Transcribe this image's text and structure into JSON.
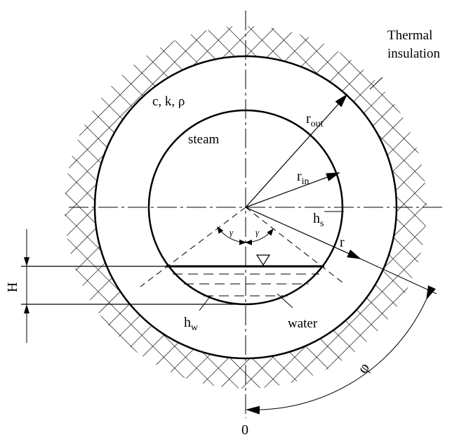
{
  "labels": {
    "thermal_line1": "Thermal",
    "thermal_line2": "insulation",
    "material_props": "c, k, ρ",
    "steam": "steam",
    "water": "water",
    "r_out_main": "r",
    "r_out_sub": "out",
    "r_in_main": "r",
    "r_in_sub": "in",
    "h_s_main": "h",
    "h_s_sub": "s",
    "r": "r",
    "h_w_main": "h",
    "h_w_sub": "w",
    "H": "H",
    "phi": "φ",
    "zero": "0",
    "gamma_left": "γ",
    "gamma_right": "γ"
  },
  "colors": {
    "stroke": "#000000",
    "background": "#ffffff"
  }
}
